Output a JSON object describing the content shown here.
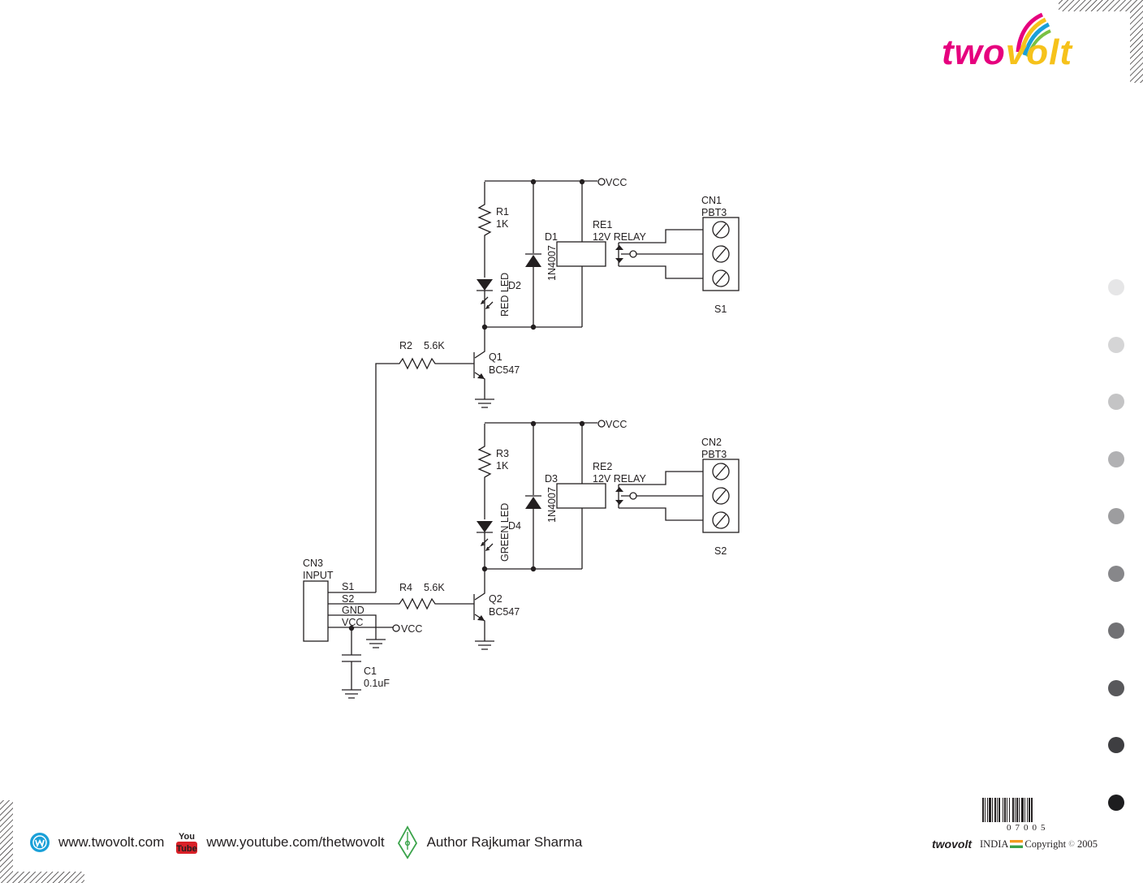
{
  "logo": {
    "part1": "two",
    "part2": "volt"
  },
  "schematic": {
    "top": {
      "vcc": "VCC",
      "r1_name": "R1",
      "r1_value": "1K",
      "d1_name": "D1",
      "d1_part": "1N4007",
      "re1_name": "RE1",
      "re1_type": "12V RELAY",
      "d2_name": "D2",
      "d2_type": "RED LED",
      "r2_name": "R2",
      "r2_value": "5.6K",
      "q1_name": "Q1",
      "q1_part": "BC547",
      "cn1_name": "CN1",
      "cn1_type": "PBT3",
      "s1": "S1"
    },
    "bottom": {
      "vcc": "VCC",
      "r3_name": "R3",
      "r3_value": "1K",
      "d3_name": "D3",
      "d3_part": "1N4007",
      "re2_name": "RE2",
      "re2_type": "12V RELAY",
      "d4_name": "D4",
      "d4_type": "GREEN LED",
      "r4_name": "R4",
      "r4_value": "5.6K",
      "q2_name": "Q2",
      "q2_part": "BC547",
      "cn2_name": "CN2",
      "cn2_type": "PBT3",
      "s2": "S2"
    },
    "input": {
      "cn3_name": "CN3",
      "cn3_type": "INPUT",
      "pin_s1": "S1",
      "pin_s2": "S2",
      "pin_gnd": "GND",
      "pin_vcc": "VCC",
      "vcc": "VCC",
      "c1_name": "C1",
      "c1_value": "0.1uF"
    }
  },
  "footer": {
    "website": "www.twovolt.com",
    "youtube_icon_top": "You",
    "youtube_icon_bottom": "Tube",
    "youtube": "www.youtube.com/thetwovolt",
    "author": "Author Rajkumar Sharma",
    "icons": [
      "globe-icon",
      "youtube-icon",
      "pen-nib-icon"
    ]
  },
  "barcode": {
    "number": "07005"
  },
  "copyright": {
    "brand": "twovolt",
    "country": "INDIA",
    "text": "Copyright",
    "symbol": "©",
    "year": "2005"
  },
  "page_dots": {
    "count": 10,
    "colors": [
      "#e6e6e7",
      "#d5d5d6",
      "#c4c4c5",
      "#b1b1b3",
      "#9d9d9f",
      "#87878a",
      "#717174",
      "#58585b",
      "#3e3e41",
      "#1d1d1f"
    ]
  },
  "colors": {
    "ink": "#231f20",
    "brand_pink": "#e6007e",
    "brand_yellow": "#f6c21b"
  }
}
